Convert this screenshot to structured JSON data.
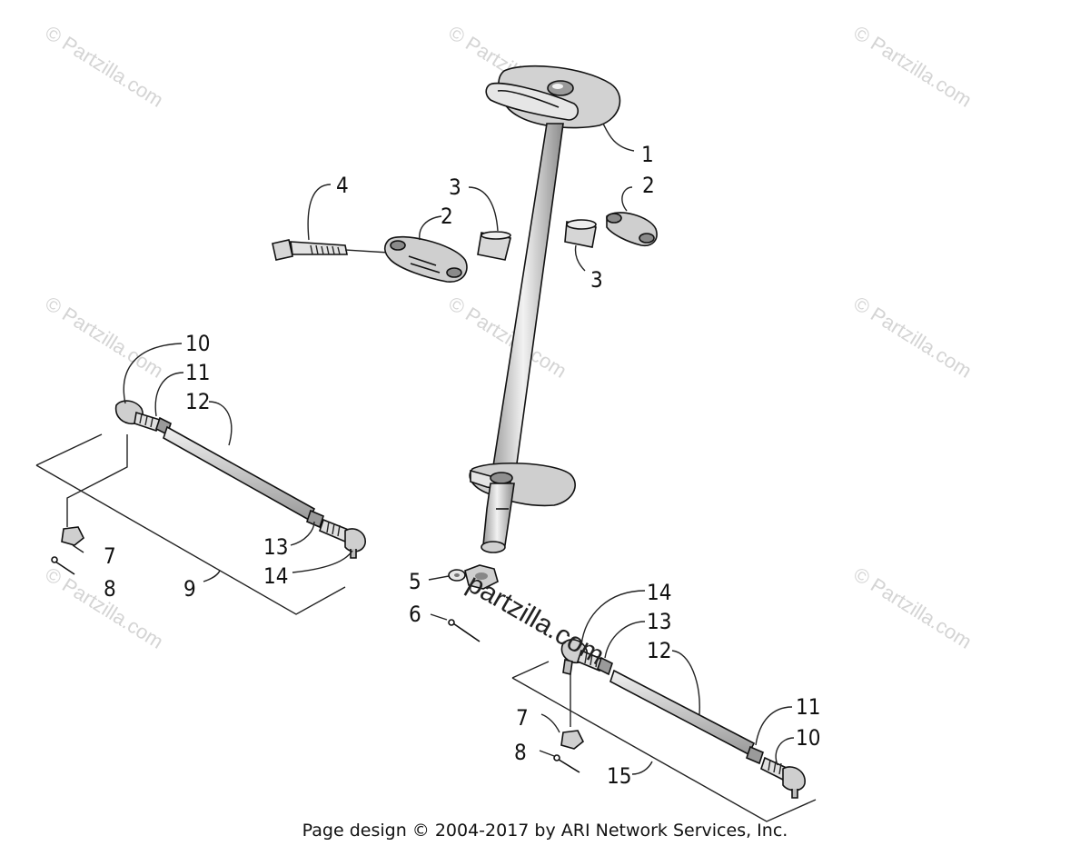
{
  "watermark": {
    "text": "© Partzilla.com",
    "center_text": "partzilla.com"
  },
  "footer": {
    "text": "Page design © 2004-2017 by ARI Network Services, Inc."
  },
  "callouts": [
    "1",
    "2",
    "2",
    "3",
    "3",
    "4",
    "5",
    "6",
    "7",
    "7",
    "8",
    "8",
    "9",
    "10",
    "10",
    "11",
    "11",
    "12",
    "12",
    "13",
    "13",
    "14",
    "14",
    "15"
  ],
  "colors": {
    "part_fill": "#d8d8d8",
    "part_dark": "#8a8a8a",
    "watermark": "#d4d4d4"
  }
}
